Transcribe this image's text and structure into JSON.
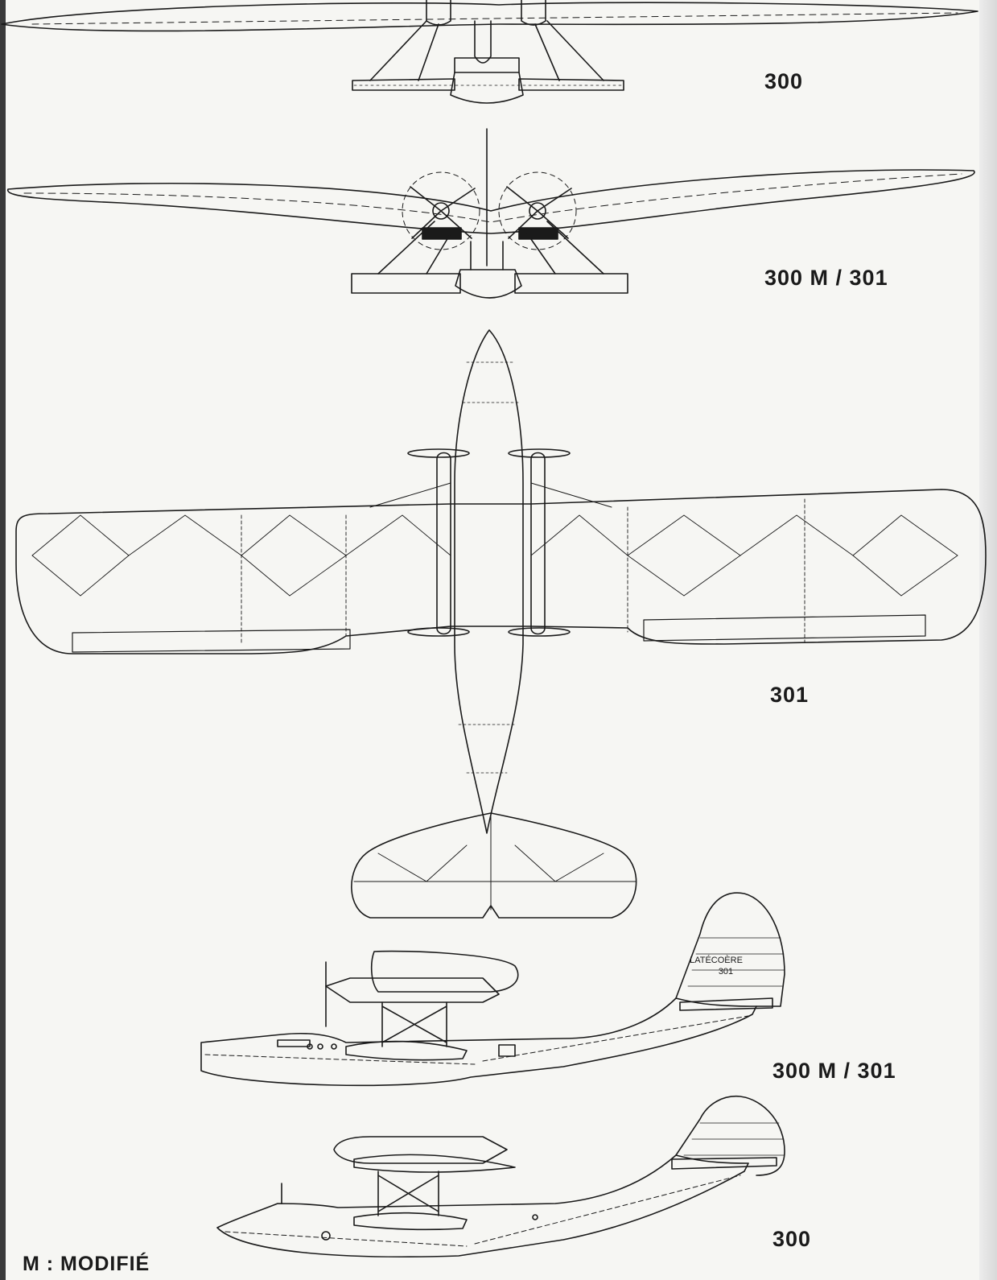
{
  "labels": {
    "view1": "300",
    "view2": "300 M / 301",
    "view3": "301",
    "view4": "300 M / 301",
    "view5": "300",
    "legend": "M : MODIFIÉ"
  },
  "tail_marking": {
    "line1": "LATÉCOÈRE",
    "line2": "301"
  },
  "colors": {
    "ink": "#1a1a1a",
    "paper": "#f6f6f3"
  }
}
